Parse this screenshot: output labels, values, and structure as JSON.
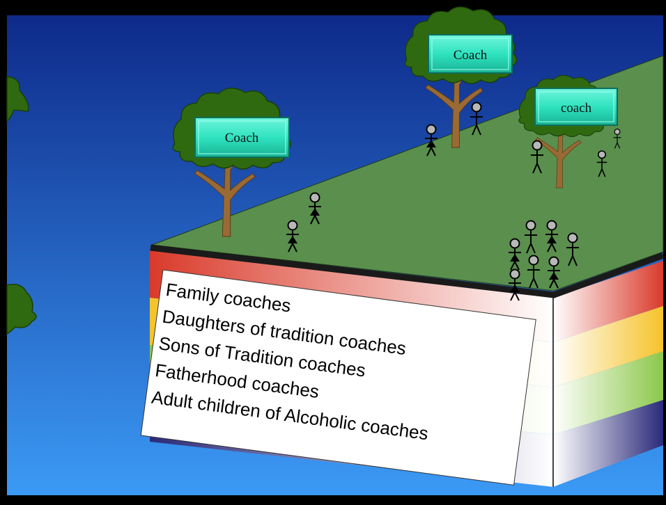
{
  "signs": [
    {
      "label": "Coach"
    },
    {
      "label": "Coach"
    },
    {
      "label": "coach"
    }
  ],
  "coach_types": [
    "Family coaches",
    "Daughters of tradition coaches",
    "Sons of Tradition coaches",
    "Fatherhood coaches",
    "Adult children of Alcoholic coaches"
  ],
  "colors": {
    "sky_top": "#0e2a8a",
    "sky_bottom": "#3b9af5",
    "grass": "#5a8f4d",
    "foliage": "#2f6a10",
    "trunk": "#9a6a35",
    "sign": "#2fe3c0",
    "band_red": "#d93a2a",
    "band_yellow": "#f5c32a",
    "band_green": "#8cc84a",
    "band_navy": "#2a2a7a"
  }
}
